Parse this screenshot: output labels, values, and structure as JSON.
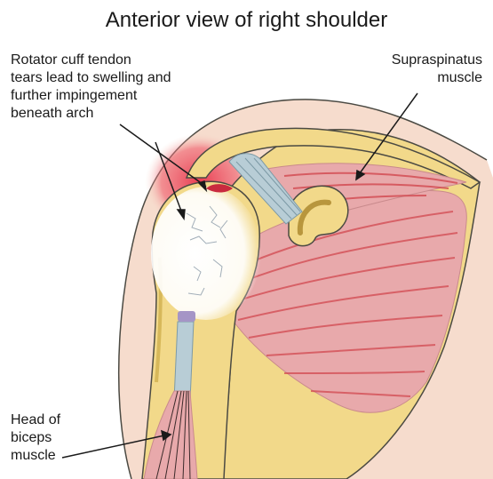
{
  "title": "Anterior view of right shoulder",
  "labels": {
    "rotator_cuff": {
      "lines": [
        "Rotator cuff tendon",
        "tears lead to swelling and",
        "further impingement",
        "beneath arch"
      ]
    },
    "supraspinatus": {
      "lines": [
        "Supraspinatus",
        "muscle"
      ]
    },
    "biceps": {
      "lines": [
        "Head of",
        "biceps",
        "muscle"
      ]
    }
  },
  "colors": {
    "skin": "#f6dccd",
    "bone": "#f2d98a",
    "bone_outline": "#4b4a43",
    "muscle": "#e8a9ab",
    "muscle_dark": "#d2484f",
    "inflammation": "#e8334a",
    "tendon": "#b8cdd6",
    "cartilage": "#ffffff"
  }
}
